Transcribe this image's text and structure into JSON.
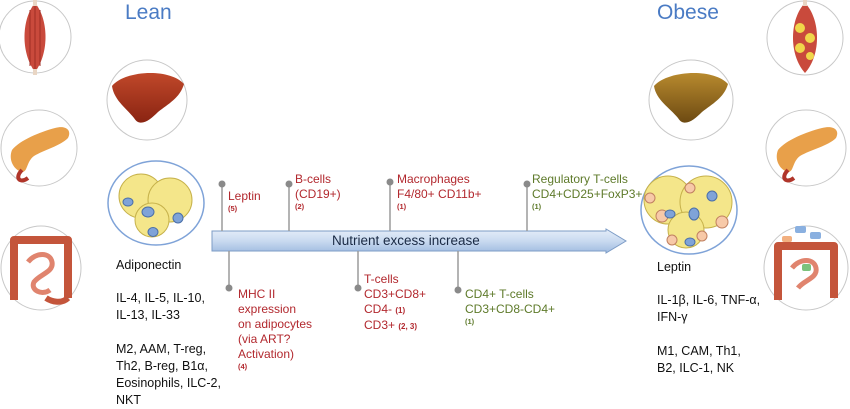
{
  "lean": {
    "title": "Lean",
    "adipokine": "Adiponectin",
    "cytokines": "IL-4, IL-5, IL-10,\nIL-13, IL-33",
    "cells": "M2, AAM, T-reg,\nTh2, B-reg, B1α,\nEosinophils, ILC-2,\nNKT"
  },
  "obese": {
    "title": "Obese",
    "adipokine": "Leptin",
    "cytokines": "IL-1β, IL-6, TNF-α,\nIFN-γ",
    "cells": "M1, CAM, Th1,\nB2, ILC-1, NK"
  },
  "arrow": {
    "label": "Nutrient excess increase"
  },
  "top_events": [
    {
      "text": "Leptin",
      "ref": "(5)",
      "color": "#b2282e"
    },
    {
      "text": "B-cells\n(CD19+)",
      "ref": "(2)",
      "color": "#b2282e"
    },
    {
      "text": "Macrophages\nF4/80+ CD11b+",
      "ref": "(1)",
      "color": "#b2282e"
    },
    {
      "text": "Regulatory T-cells\nCD4+CD25+FoxP3+",
      "ref": "(1)",
      "color": "#5e7a2a"
    }
  ],
  "bottom_events": [
    {
      "text": "MHC II\nexpression\non adipocytes\n(via ART?\nActivation)",
      "ref": "(4)",
      "color": "#b2282e"
    },
    {
      "line1": "T-cells",
      "line2": "CD3+CD8+",
      "line3": "CD4-",
      "ref3": "(1)",
      "line4": "CD3+",
      "ref4": "(2, 3)",
      "color": "#b2282e"
    },
    {
      "text": "CD4+ T-cells\nCD3+CD8-CD4+",
      "ref": "(1)",
      "color": "#5e7a2a"
    }
  ],
  "icons": [
    "muscle-icon",
    "liver-icon",
    "pancreas-icon",
    "adipose-tissue-icon",
    "intestine-icon"
  ],
  "colors": {
    "title": "#4a7bc4",
    "red_label": "#b2282e",
    "green_label": "#5e7a2a",
    "arrow_fill": "#c9daf0",
    "adipocyte": "#f4e68a",
    "macrophage": "#f7c9a8",
    "cell_blue": "#7fa3d8"
  }
}
